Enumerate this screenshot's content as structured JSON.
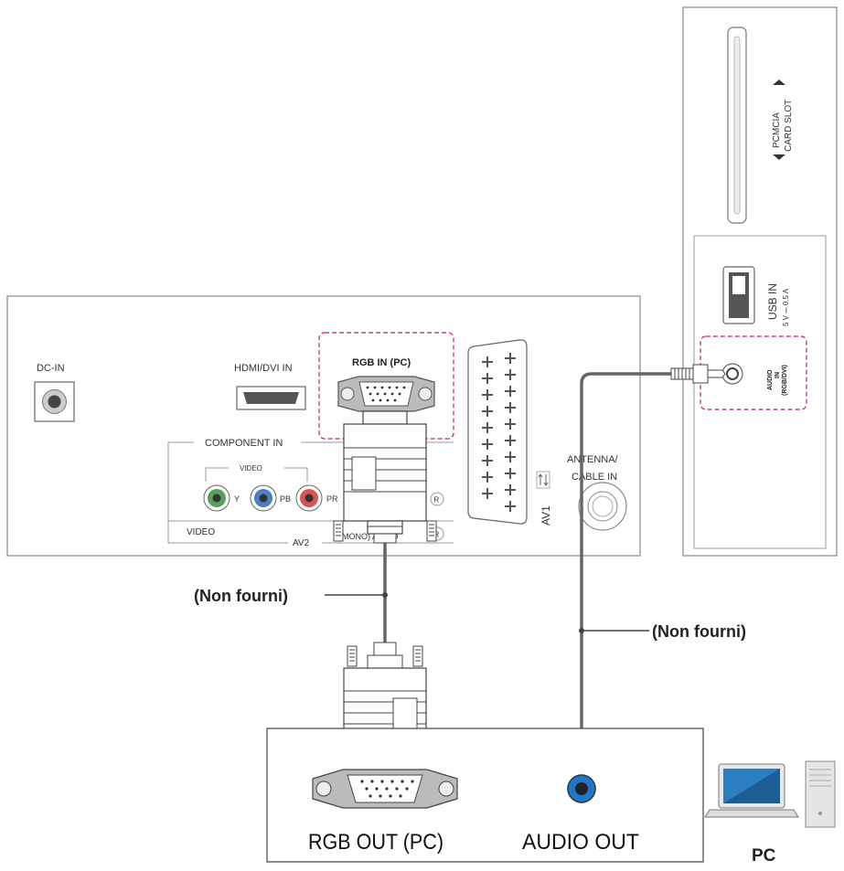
{
  "tv_rear": {
    "dc_in": "DC-IN",
    "hdmi_dvi_in": "HDMI/DVI IN",
    "rgb_in_pc": "RGB IN (PC)",
    "component_in": "COMPONENT IN",
    "video_group": "VIDEO",
    "y": "Y",
    "pb": "PB",
    "pr": "PR",
    "r": "R",
    "video": "VIDEO",
    "av2": "AV2",
    "audio": "(MONO) AUDIO",
    "av1": "AV1",
    "antenna_line1": "ANTENNA/",
    "antenna_line2": "CABLE IN"
  },
  "tv_side": {
    "pcmcia_line1": "PCMCIA",
    "pcmcia_line2": "CARD SLOT",
    "usb_in": "USB IN",
    "usb_rating": "5 V ⎓ 0.5 A",
    "audio_in_line1": "AUDIO",
    "audio_in_line2": "IN",
    "audio_in_line3": "(RGB/DVI)"
  },
  "cables": {
    "rgb_cable_note": "(Non fourni)",
    "audio_cable_note": "(Non fourni)"
  },
  "pc_box": {
    "rgb_out": "RGB OUT (PC)",
    "audio_out": "AUDIO OUT"
  },
  "pc_label": "PC",
  "colors": {
    "highlight": "#c8234f",
    "component_y": "#5aa05a",
    "component_pb": "#4a7fc4",
    "component_pr": "#d9534f",
    "audio_out_jack": "#1e78c8"
  }
}
